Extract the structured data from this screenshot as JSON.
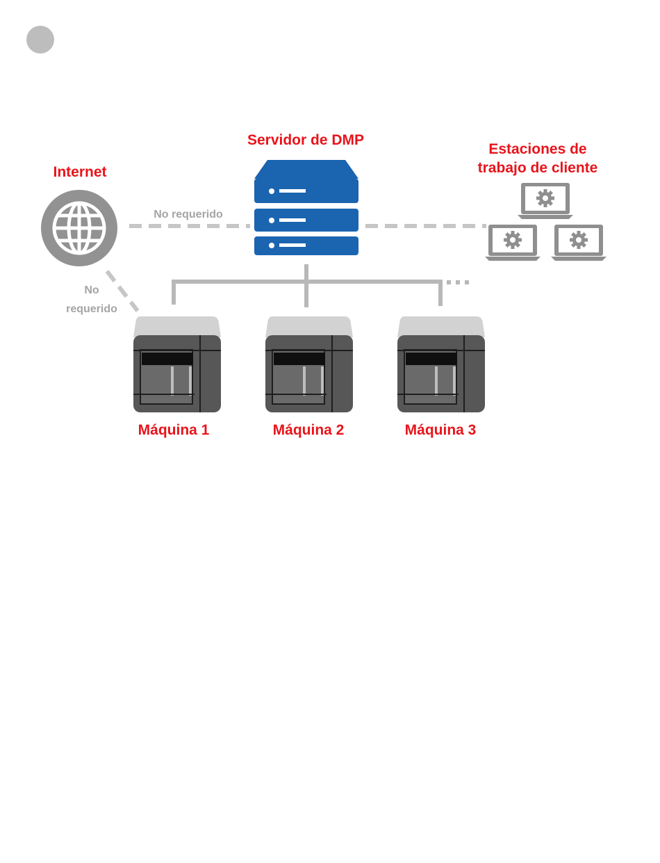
{
  "diagram": {
    "server_label": "Servidor de DMP",
    "internet_label": "Internet",
    "workstations_label_line1": "Estaciones de",
    "workstations_label_line2": "trabajo de cliente",
    "link_internet_server_label": "No requerido",
    "link_internet_machines_label_line1": "No",
    "link_internet_machines_label_line2": "requerido",
    "machines": [
      {
        "label": "Máquina 1"
      },
      {
        "label": "Máquina 2"
      },
      {
        "label": "Máquina 3"
      }
    ],
    "more_indicator": "...",
    "colors": {
      "label_red": "#e8141b",
      "server_blue": "#1a64b0",
      "connector_gray": "#b8b8b8",
      "icon_gray": "#8f8f8f",
      "machine_dark": "#555555"
    }
  }
}
